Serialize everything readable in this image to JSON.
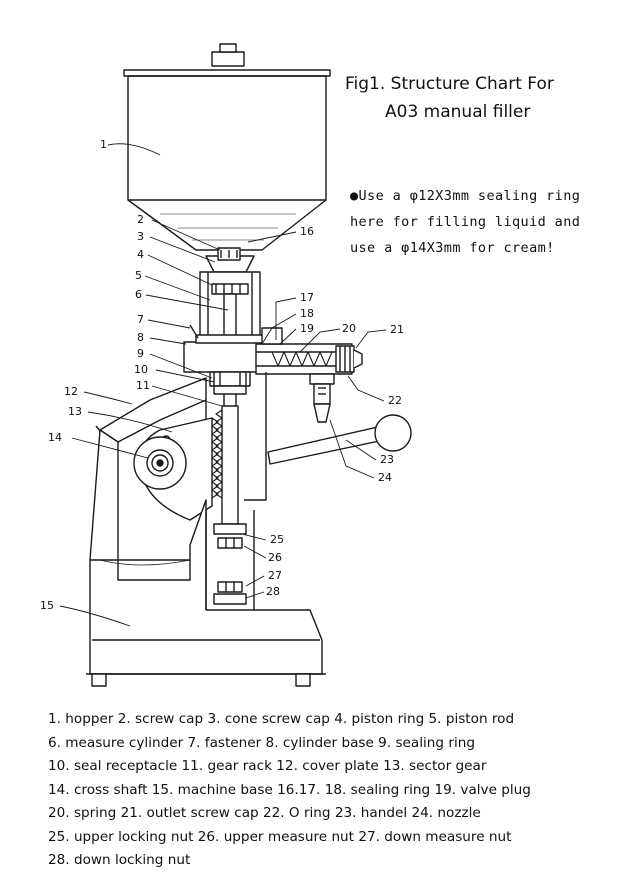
{
  "title": {
    "line1": "Fig1. Structure Chart For",
    "line2": "A03 manual filler"
  },
  "note": [
    "●Use a φ12X3mm sealing ring",
    "here for filling liquid and",
    "use a φ14X3mm for cream!"
  ],
  "callouts": [
    "1",
    "2",
    "3",
    "4",
    "5",
    "6",
    "7",
    "8",
    "9",
    "10",
    "11",
    "12",
    "13",
    "14",
    "15",
    "16",
    "17",
    "18",
    "19",
    "20",
    "21",
    "22",
    "23",
    "24",
    "25",
    "26",
    "27",
    "28"
  ],
  "legend": [
    "1. hopper   2. screw cap 3. cone screw cap 4. piston ring 5. piston rod",
    "6. measure cylinder 7. fastener 8. cylinder base 9. sealing ring",
    "10. seal receptacle 11. gear rack 12. cover plate 13. sector gear",
    "14. cross shaft 15. machine base 16.17. 18. sealing ring   19. valve plug",
    "20. spring   21. outlet screw cap   22. O ring   23. handel 24. nozzle",
    "25. upper locking nut   26. upper measure nut   27. down measure nut",
    "28. down locking nut"
  ]
}
